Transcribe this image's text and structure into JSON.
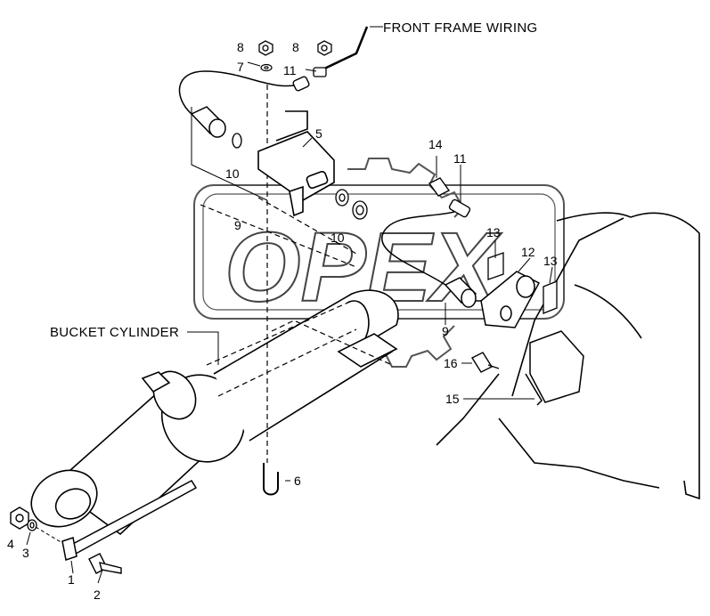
{
  "labels": {
    "front_frame_wiring": "FRONT FRAME WIRING",
    "bucket_cylinder": "BUCKET CYLINDER"
  },
  "watermark": "OPEX",
  "callouts": {
    "c1": "1",
    "c2": "2",
    "c3": "3",
    "c4": "4",
    "c5": "5",
    "c6": "6",
    "c7": "7",
    "c8a": "8",
    "c8b": "8",
    "c9a": "9",
    "c9b": "9",
    "c10a": "10",
    "c10b": "10",
    "c11a": "11",
    "c11b": "11",
    "c12": "12",
    "c13a": "13",
    "c13b": "13",
    "c14": "14",
    "c15": "15",
    "c16": "16"
  }
}
